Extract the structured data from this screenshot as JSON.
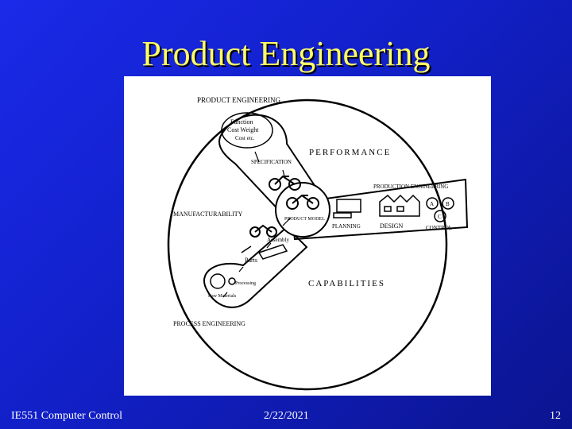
{
  "slide": {
    "title": "Product Engineering",
    "footer_left": "IE551 Computer Control",
    "footer_date": "2/22/2021",
    "footer_page": "12"
  },
  "diagram": {
    "product_engineering": "PRODUCT ENGINEERING",
    "process_engineering": "PROCESS ENGINEERING",
    "production_engineering": "PRODUCTION ENGINEERING",
    "performance": "PERFORMANCE",
    "manufacturability": "MANUFACTURABILITY",
    "capabilities": "CAPABILITIES",
    "function": "Function",
    "cost_weight": "Cost  Weight",
    "cloud_etc": "Cost etc.",
    "specification": "SPECIFICATION",
    "product_model": "PRODUCT MODEL",
    "assembly": "Assembly",
    "parts": "Parts",
    "processing": "Processing",
    "raw_materials": "Raw Materials",
    "planning": "PLANNING",
    "design": "DESIGN",
    "control": "CONTROL",
    "node_a": "A",
    "node_b": "B",
    "node_c": "C"
  }
}
